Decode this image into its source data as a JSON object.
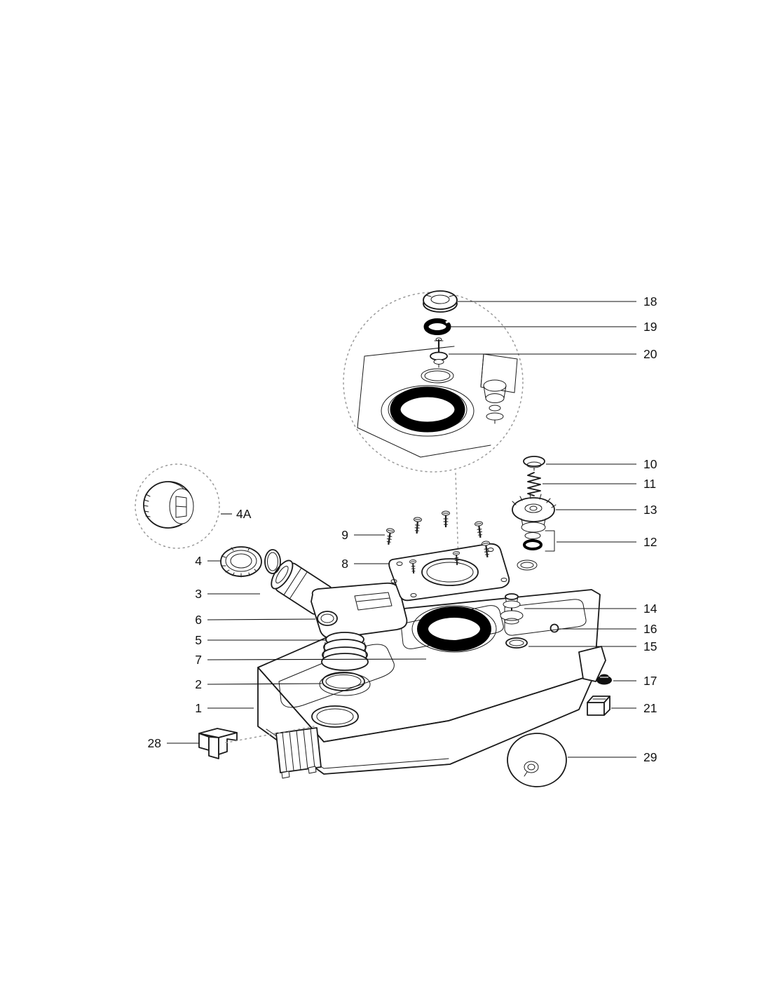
{
  "diagram": {
    "type": "exploded-parts-diagram"
  },
  "colors": {
    "line": "#1a1a1a",
    "seal_black": "#000000",
    "background": "#ffffff",
    "inset_dash": "#9a9a9a"
  },
  "parts": {
    "p1": "1",
    "p2": "2",
    "p3": "3",
    "p4": "4",
    "p4a": "4A",
    "p5": "5",
    "p6": "6",
    "p7": "7",
    "p8": "8",
    "p9": "9",
    "p10": "10",
    "p11": "11",
    "p12": "12",
    "p13": "13",
    "p14": "14",
    "p15": "15",
    "p16": "16",
    "p17": "17",
    "p18": "18",
    "p19": "19",
    "p20": "20",
    "p21": "21",
    "p28": "28",
    "p29": "29"
  }
}
